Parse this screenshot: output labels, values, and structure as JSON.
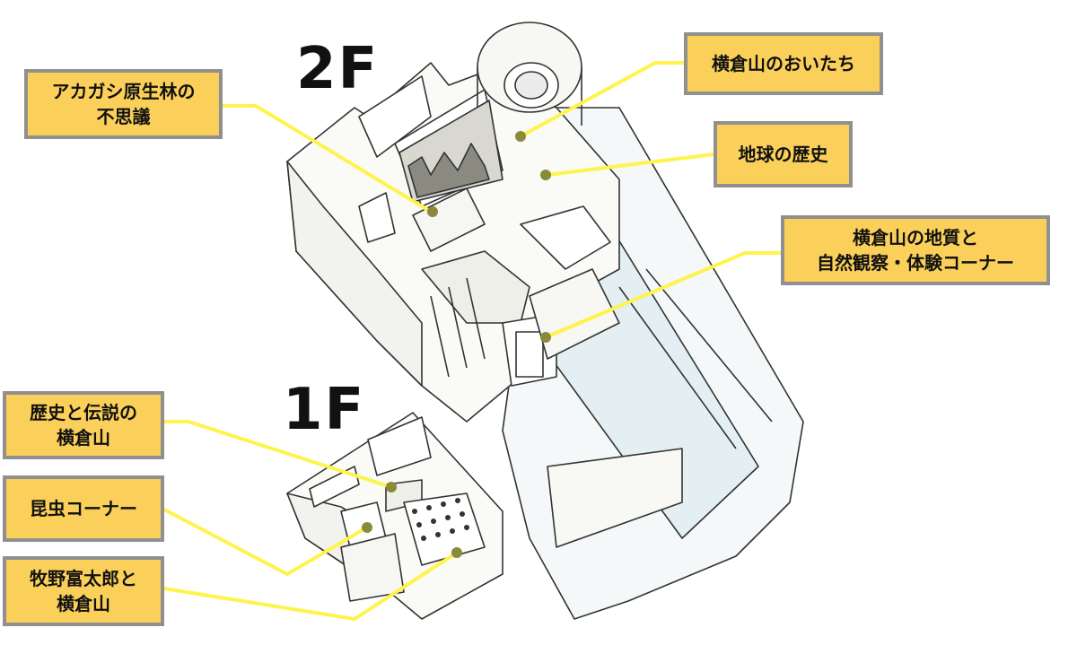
{
  "floors": {
    "upper": "2F",
    "lower": "1F"
  },
  "callouts": {
    "akagashi": "アカガシ原生林の\n不思議",
    "oitachi": "横倉山のおいたち",
    "earth_history": "地球の歴史",
    "geology": "横倉山の地質と\n自然観察・体験コーナー",
    "legend": "歴史と伝説の\n横倉山",
    "insect": "昆虫コーナー",
    "makino": "牧野富太郎と\n横倉山"
  },
  "colors": {
    "callout_fill": "#fbd05a",
    "callout_border": "#909090",
    "leader_line": "#fff34d",
    "leader_dot": "#8a8a3a",
    "building_line": "#333333",
    "glass": "#e8f1f2"
  }
}
